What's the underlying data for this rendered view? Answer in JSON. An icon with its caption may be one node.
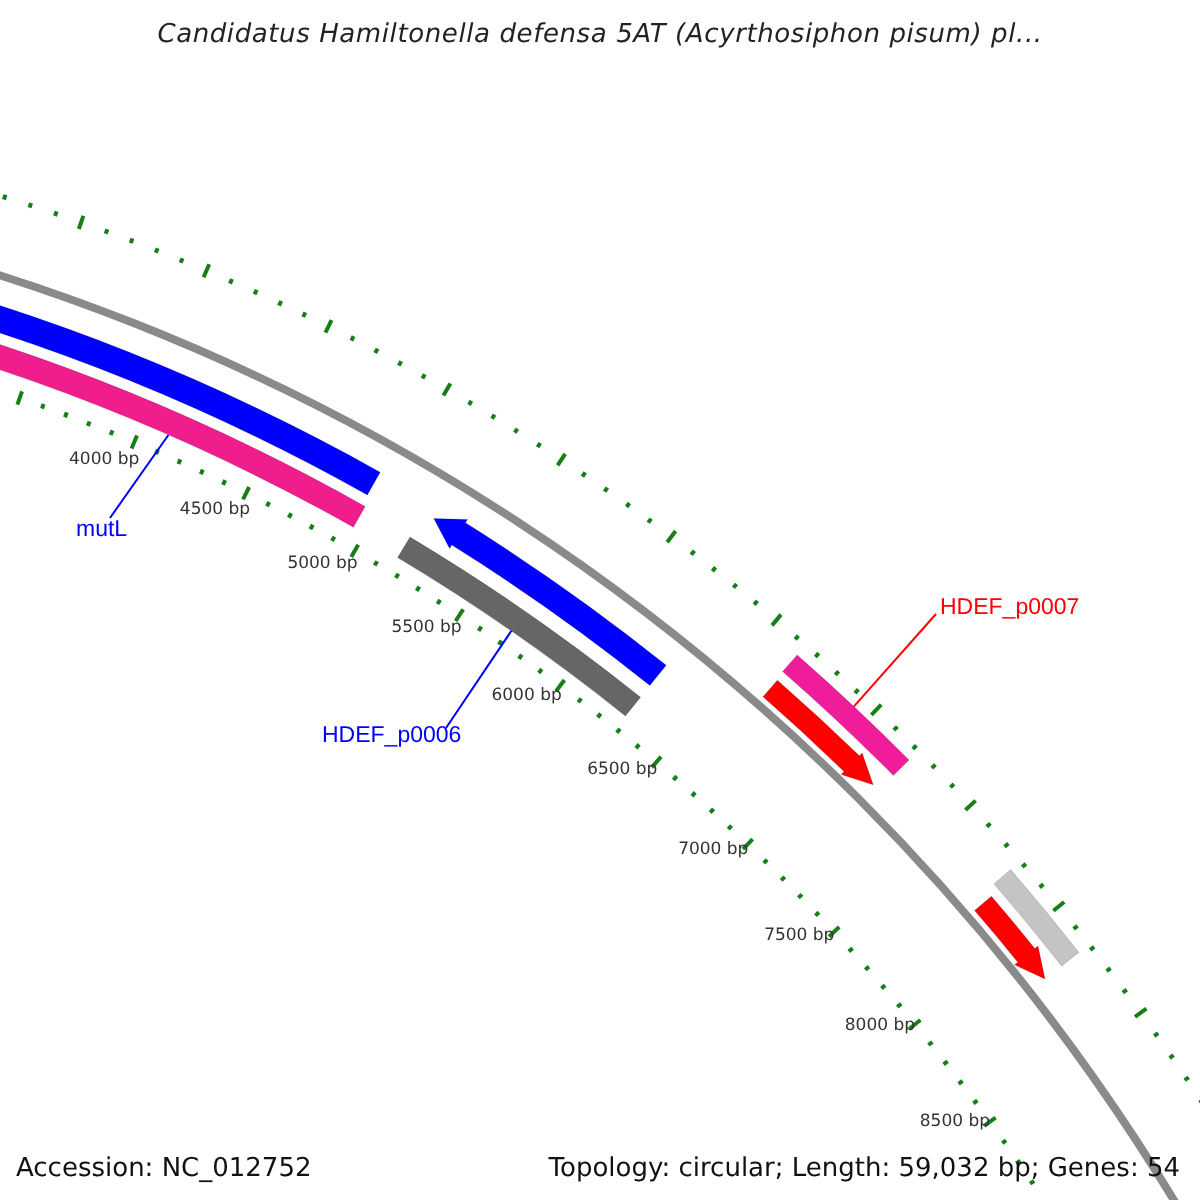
{
  "diagram": {
    "title": "Candidatus Hamiltonella defensa 5AT (Acyrthosiphon pisum) pl...",
    "nodes": [
      {
        "text": [
          "mutL"
        ]
      },
      {
        "text": [],
        "shape": "bar"
      },
      {
        "text": [],
        "shape": "bar"
      },
      {
        "text": [],
        "shape": "bar"
      },
      {
        "text": [],
        "shape": "bar"
      },
      {
        "text": [
          "HDEF_p0006"
        ]
      },
      {
        "text": [],
        "shape": "bar"
      },
      {
        "text": [],
        "shape": "bar"
      },
      {
        "text": [
          "HDEF_p0007"
        ]
      },
      {
        "text": [],
        "shape": "bar"
      },
      {
        "text": [],
        "shape": "bar"
      }
    ],
    "edges": [
      {
        "from": 0,
        "to": 2,
        "arrow": "none"
      },
      {
        "from": 5,
        "to": 4,
        "arrow": "none"
      },
      {
        "from": 8,
        "to": 6,
        "arrow": "none",
        "color": "#ff0000"
      }
    ],
    "labels": [
      "4000 bp",
      "4500 bp",
      "5000 bp",
      "5500 bp",
      "6000 bp",
      "6500 bp",
      "7000 bp",
      "7500 bp",
      "8000 bp",
      "8500 bp",
      "Accession: NC_012752",
      "Topology: circular; Length: 59,032 bp; Genes: 54"
    ]
  }
}
